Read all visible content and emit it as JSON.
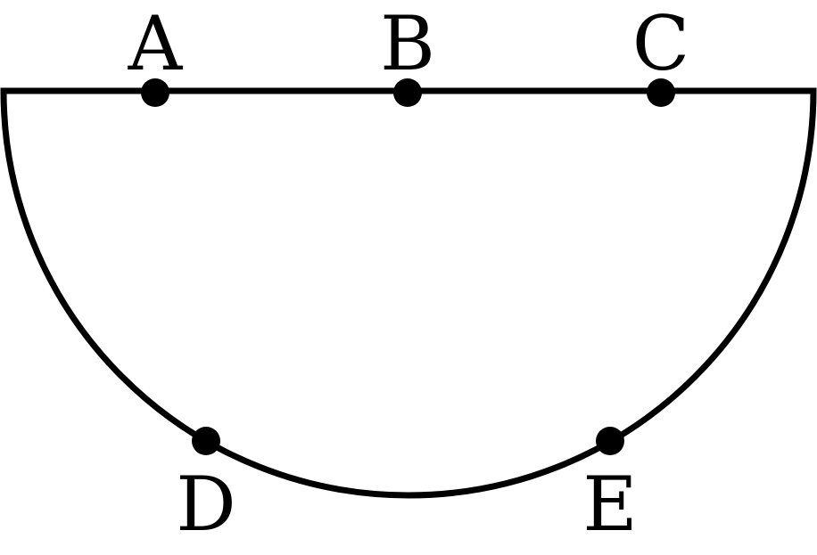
{
  "diagram": {
    "labels": {
      "A": "A",
      "B": "B",
      "C": "C",
      "D": "D",
      "E": "E"
    },
    "colors": {
      "stroke": "#000000",
      "background": "#ffffff"
    }
  }
}
